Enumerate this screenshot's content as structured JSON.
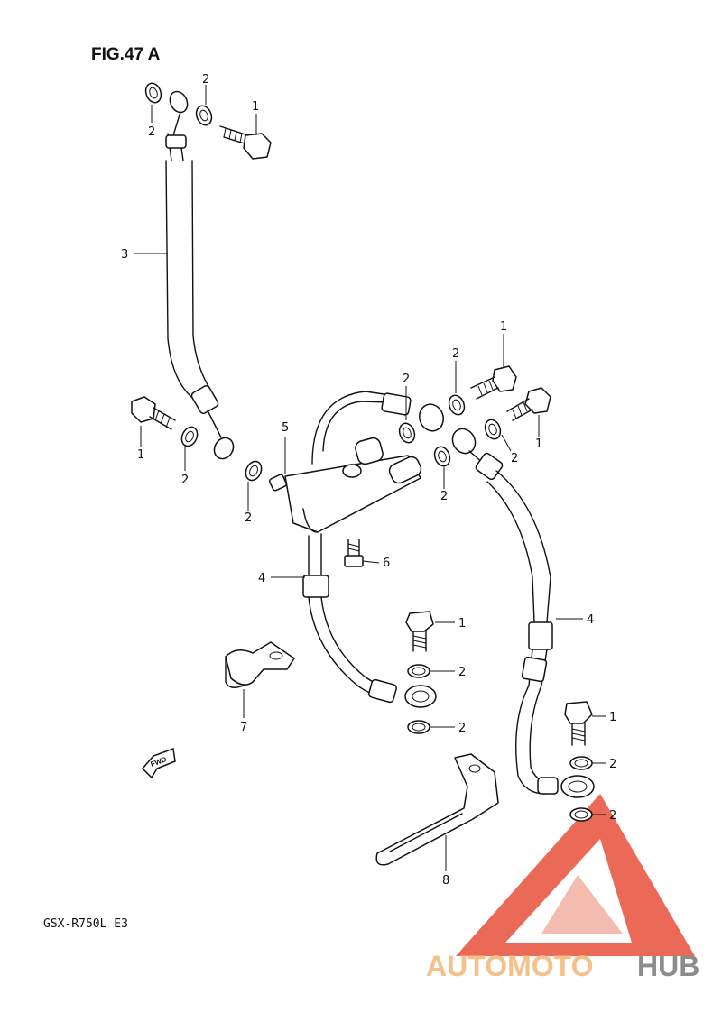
{
  "figure_title": "FIG.47 A",
  "model_code": "GSX-R750L E3",
  "fwd_label": "FWD",
  "callouts": {
    "c_3": "3",
    "c_2_top_left": "2",
    "c_2_top_right": "2",
    "c_1_top": "1",
    "c_1_left": "1",
    "c_2_left_a": "2",
    "c_2_left_b": "2",
    "c_5": "5",
    "c_2_mid": "2",
    "c_2_upper": "2",
    "c_1_upper": "1",
    "c_1_right": "1",
    "c_2_right_a": "2",
    "c_2_right_b": "2",
    "c_6": "6",
    "c_4_left": "4",
    "c_4_right": "4",
    "c_1_lower": "1",
    "c_2_lower_a": "2",
    "c_2_lower_b": "2",
    "c_7": "7",
    "c_1_bottom": "1",
    "c_2_bottom_a": "2",
    "c_2_bottom_b": "2",
    "c_8": "8"
  },
  "watermark": {
    "text_left": "AUTOMOTO",
    "text_right": "HUB",
    "color_main": "#e8503a",
    "color_light": "#f3b0a2",
    "color_text_left": "#f5c089",
    "color_text_right": "#8c8c8c"
  }
}
